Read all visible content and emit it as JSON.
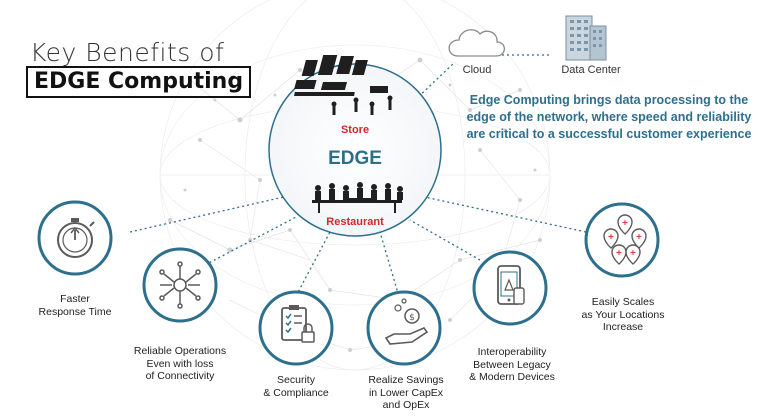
{
  "title": {
    "line1": "Key Benefits of",
    "line2": "EDGE Computing"
  },
  "description": "Edge Computing brings data processing to the edge of the network, where speed and reliability are critical to a successful customer experience",
  "hub": {
    "center_label": "EDGE",
    "top_label": "Store",
    "bottom_label": "Restaurant"
  },
  "infrastructure": {
    "cloud_label": "Cloud",
    "datacenter_label": "Data Center"
  },
  "benefits": [
    {
      "label": "Faster\nResponse Time",
      "icon": "stopwatch-gear-icon"
    },
    {
      "label": "Reliable Operations\nEven with loss\nof Connectivity",
      "icon": "circuit-brain-icon"
    },
    {
      "label": "Security\n& Compliance",
      "icon": "clipboard-lock-icon"
    },
    {
      "label": "Realize Savings\nin Lower CapEx\nand OpEx",
      "icon": "hand-coins-icon"
    },
    {
      "label": "Interoperability\nBetween Legacy\n& Modern Devices",
      "icon": "mobile-device-icon"
    },
    {
      "label": "Easily Scales\nas Your Locations\nIncrease",
      "icon": "location-pins-icon"
    }
  ],
  "colors": {
    "teal_ring": "#2d6f8c",
    "icon_gray": "#5a5a5a",
    "accent_red": "#d8262b",
    "description_blue": "#2f6f8e"
  }
}
